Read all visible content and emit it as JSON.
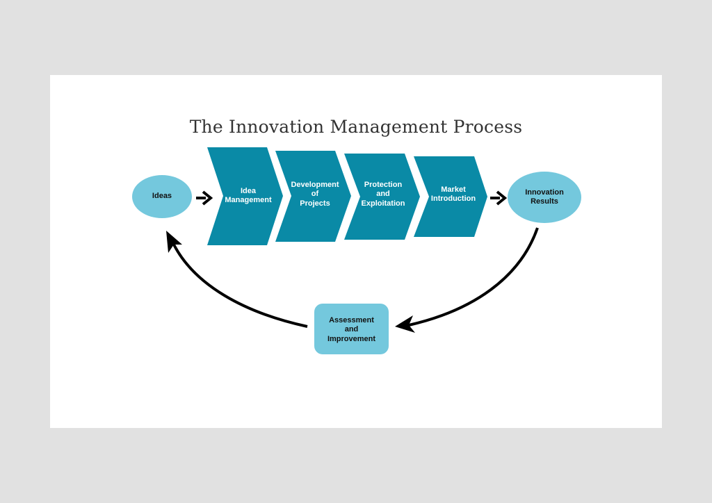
{
  "title": "The Innovation Management Process",
  "colors": {
    "chevron": "#0a8aa6",
    "light_node": "#74c8dd",
    "arrow": "#000000",
    "background": "#e1e1e1",
    "slide": "#ffffff"
  },
  "nodes": {
    "ideas": "Ideas",
    "results": "Innovation\nResults",
    "assessment": "Assessment\nand\nImprovement"
  },
  "chevrons": [
    {
      "label": "Idea\nManagement"
    },
    {
      "label": "Development\nof\nProjects"
    },
    {
      "label": "Protection\nand\nExploitation"
    },
    {
      "label": "Market\nIntroduction"
    }
  ]
}
